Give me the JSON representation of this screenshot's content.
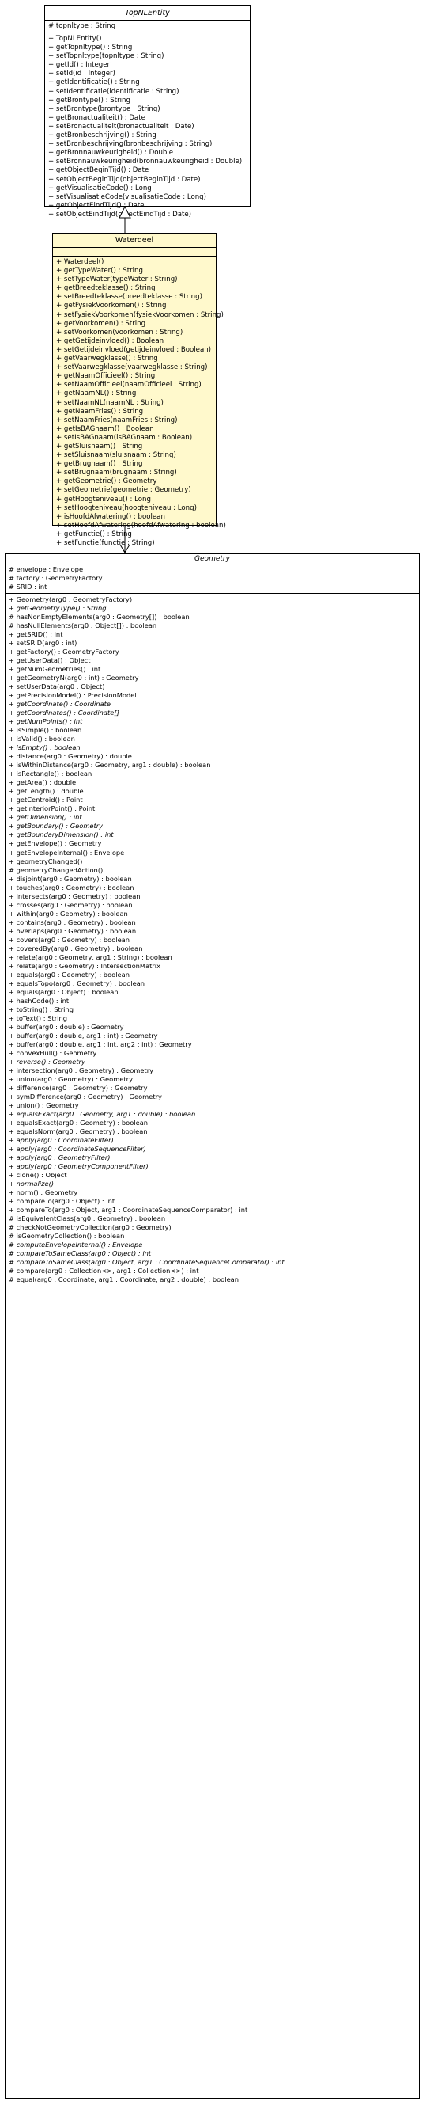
{
  "classes": {
    "topnl": {
      "name": "TopNLEntity",
      "attributes": [
        "# topnltype : String"
      ],
      "operations": [
        "+ TopNLEntity()",
        "+ getTopnltype() : String",
        "+ setTopnltype(topnltype : String)",
        "+ getId() : Integer",
        "+ setId(id : Integer)",
        "+ getIdentificatie() : String",
        "+ setIdentificatie(identificatie : String)",
        "+ getBrontype() : String",
        "+ setBrontype(brontype : String)",
        "+ getBronactualiteit() : Date",
        "+ setBronactualiteit(bronactualiteit : Date)",
        "+ getBronbeschrijving() : String",
        "+ setBronbeschrijving(bronbeschrijving : String)",
        "+ getBronnauwkeurigheid() : Double",
        "+ setBronnauwkeurigheid(bronnauwkeurigheid : Double)",
        "+ getObjectBeginTijd() : Date",
        "+ setObjectBeginTijd(objectBeginTijd : Date)",
        "+ getVisualisatieCode() : Long",
        "+ setVisualisatieCode(visualisatieCode : Long)",
        "+ getObjectEindTijd() : Date",
        "+ setObjectEindTijd(objectEindTijd : Date)"
      ]
    },
    "waterdeel": {
      "name": "Waterdeel",
      "attributes": [],
      "operations": [
        "+ Waterdeel()",
        "+ getTypeWater() : String",
        "+ setTypeWater(typeWater : String)",
        "+ getBreedteklasse() : String",
        "+ setBreedteklasse(breedteklasse : String)",
        "+ getFysiekVoorkomen() : String",
        "+ setFysiekVoorkomen(fysiekVoorkomen : String)",
        "+ getVoorkomen() : String",
        "+ setVoorkomen(voorkomen : String)",
        "+ getGetijdeinvloed() : Boolean",
        "+ setGetijdeinvloed(getijdeinvloed : Boolean)",
        "+ getVaarwegklasse() : String",
        "+ setVaarwegklasse(vaarwegklasse : String)",
        "+ getNaamOfficieel() : String",
        "+ setNaamOfficieel(naamOfficieel : String)",
        "+ getNaamNL() : String",
        "+ setNaamNL(naamNL : String)",
        "+ getNaamFries() : String",
        "+ setNaamFries(naamFries : String)",
        "+ getIsBAGnaam() : Boolean",
        "+ setIsBAGnaam(isBAGnaam : Boolean)",
        "+ getSluisnaam() : String",
        "+ setSluisnaam(sluisnaam : String)",
        "+ getBrugnaam() : String",
        "+ setBrugnaam(brugnaam : String)",
        "+ getGeometrie() : Geometry",
        "+ setGeometrie(geometrie : Geometry)",
        "+ getHoogteniveau() : Long",
        "+ setHoogteniveau(hoogteniveau : Long)",
        "+ isHoofdAfwatering() : boolean",
        "+ setHoofdAfwatering(hoofdAfwatering : boolean)",
        "+ getFunctie() : String",
        "+ setFunctie(functie : String)"
      ]
    },
    "geometry": {
      "name": "Geometry",
      "attributes": [
        "# envelope : Envelope",
        "# factory : GeometryFactory",
        "# SRID : int"
      ],
      "operations": [
        "+ Geometry(arg0 : GeometryFactory)",
        "+ getGeometryType() : String",
        "# hasNonEmptyElements(arg0 : Geometry[]) : boolean",
        "# hasNullElements(arg0 : Object[]) : boolean",
        "+ getSRID() : int",
        "+ setSRID(arg0 : int)",
        "+ getFactory() : GeometryFactory",
        "+ getUserData() : Object",
        "+ getNumGeometries() : int",
        "+ getGeometryN(arg0 : int) : Geometry",
        "+ setUserData(arg0 : Object)",
        "+ getPrecisionModel() : PrecisionModel",
        "+ getCoordinate() : Coordinate",
        "+ getCoordinates() : Coordinate[]",
        "+ getNumPoints() : int",
        "+ isSimple() : boolean",
        "+ isValid() : boolean",
        "+ isEmpty() : boolean",
        "+ distance(arg0 : Geometry) : double",
        "+ isWithinDistance(arg0 : Geometry, arg1 : double) : boolean",
        "+ isRectangle() : boolean",
        "+ getArea() : double",
        "+ getLength() : double",
        "+ getCentroid() : Point",
        "+ getInteriorPoint() : Point",
        "+ getDimension() : int",
        "+ getBoundary() : Geometry",
        "+ getBoundaryDimension() : int",
        "+ getEnvelope() : Geometry",
        "+ getEnvelopeInternal() : Envelope",
        "+ geometryChanged()",
        "# geometryChangedAction()",
        "+ disjoint(arg0 : Geometry) : boolean",
        "+ touches(arg0 : Geometry) : boolean",
        "+ intersects(arg0 : Geometry) : boolean",
        "+ crosses(arg0 : Geometry) : boolean",
        "+ within(arg0 : Geometry) : boolean",
        "+ contains(arg0 : Geometry) : boolean",
        "+ overlaps(arg0 : Geometry) : boolean",
        "+ covers(arg0 : Geometry) : boolean",
        "+ coveredBy(arg0 : Geometry) : boolean",
        "+ relate(arg0 : Geometry, arg1 : String) : boolean",
        "+ relate(arg0 : Geometry) : IntersectionMatrix",
        "+ equals(arg0 : Geometry) : boolean",
        "+ equalsTopo(arg0 : Geometry) : boolean",
        "+ equals(arg0 : Object) : boolean",
        "+ hashCode() : int",
        "+ toString() : String",
        "+ toText() : String",
        "+ buffer(arg0 : double) : Geometry",
        "+ buffer(arg0 : double, arg1 : int) : Geometry",
        "+ buffer(arg0 : double, arg1 : int, arg2 : int) : Geometry",
        "+ convexHull() : Geometry",
        "+ reverse() : Geometry",
        "+ intersection(arg0 : Geometry) : Geometry",
        "+ union(arg0 : Geometry) : Geometry",
        "+ difference(arg0 : Geometry) : Geometry",
        "+ symDifference(arg0 : Geometry) : Geometry",
        "+ union() : Geometry",
        "+ equalsExact(arg0 : Geometry, arg1 : double) : boolean",
        "+ equalsExact(arg0 : Geometry) : boolean",
        "+ equalsNorm(arg0 : Geometry) : boolean",
        "+ apply(arg0 : CoordinateFilter)",
        "+ apply(arg0 : CoordinateSequenceFilter)",
        "+ apply(arg0 : GeometryFilter)",
        "+ apply(arg0 : GeometryComponentFilter)",
        "+ clone() : Object",
        "+ normalize()",
        "+ norm() : Geometry",
        "+ compareTo(arg0 : Object) : int",
        "+ compareTo(arg0 : Object, arg1 : CoordinateSequenceComparator) : int",
        "# isEquivalentClass(arg0 : Geometry) : boolean",
        "# checkNotGeometryCollection(arg0 : Geometry)",
        "# isGeometryCollection() : boolean",
        "# computeEnvelopeInternal() : Envelope",
        "# compareToSameClass(arg0 : Object) : int",
        "# compareToSameClass(arg0 : Object, arg1 : CoordinateSequenceComparator) : int",
        "# compare(arg0 : Collection<>, arg1 : Collection<>) : int",
        "# equal(arg0 : Coordinate, arg1 : Coordinate, arg2 : double) : boolean"
      ],
      "italic_operations": [
        1,
        12,
        13,
        14,
        17,
        25,
        26,
        27,
        53,
        59,
        62,
        63,
        64,
        65,
        67,
        74,
        75,
        76
      ]
    }
  },
  "colors": {
    "waterdeel_fill": "#fff9cc",
    "line": "#000000"
  }
}
